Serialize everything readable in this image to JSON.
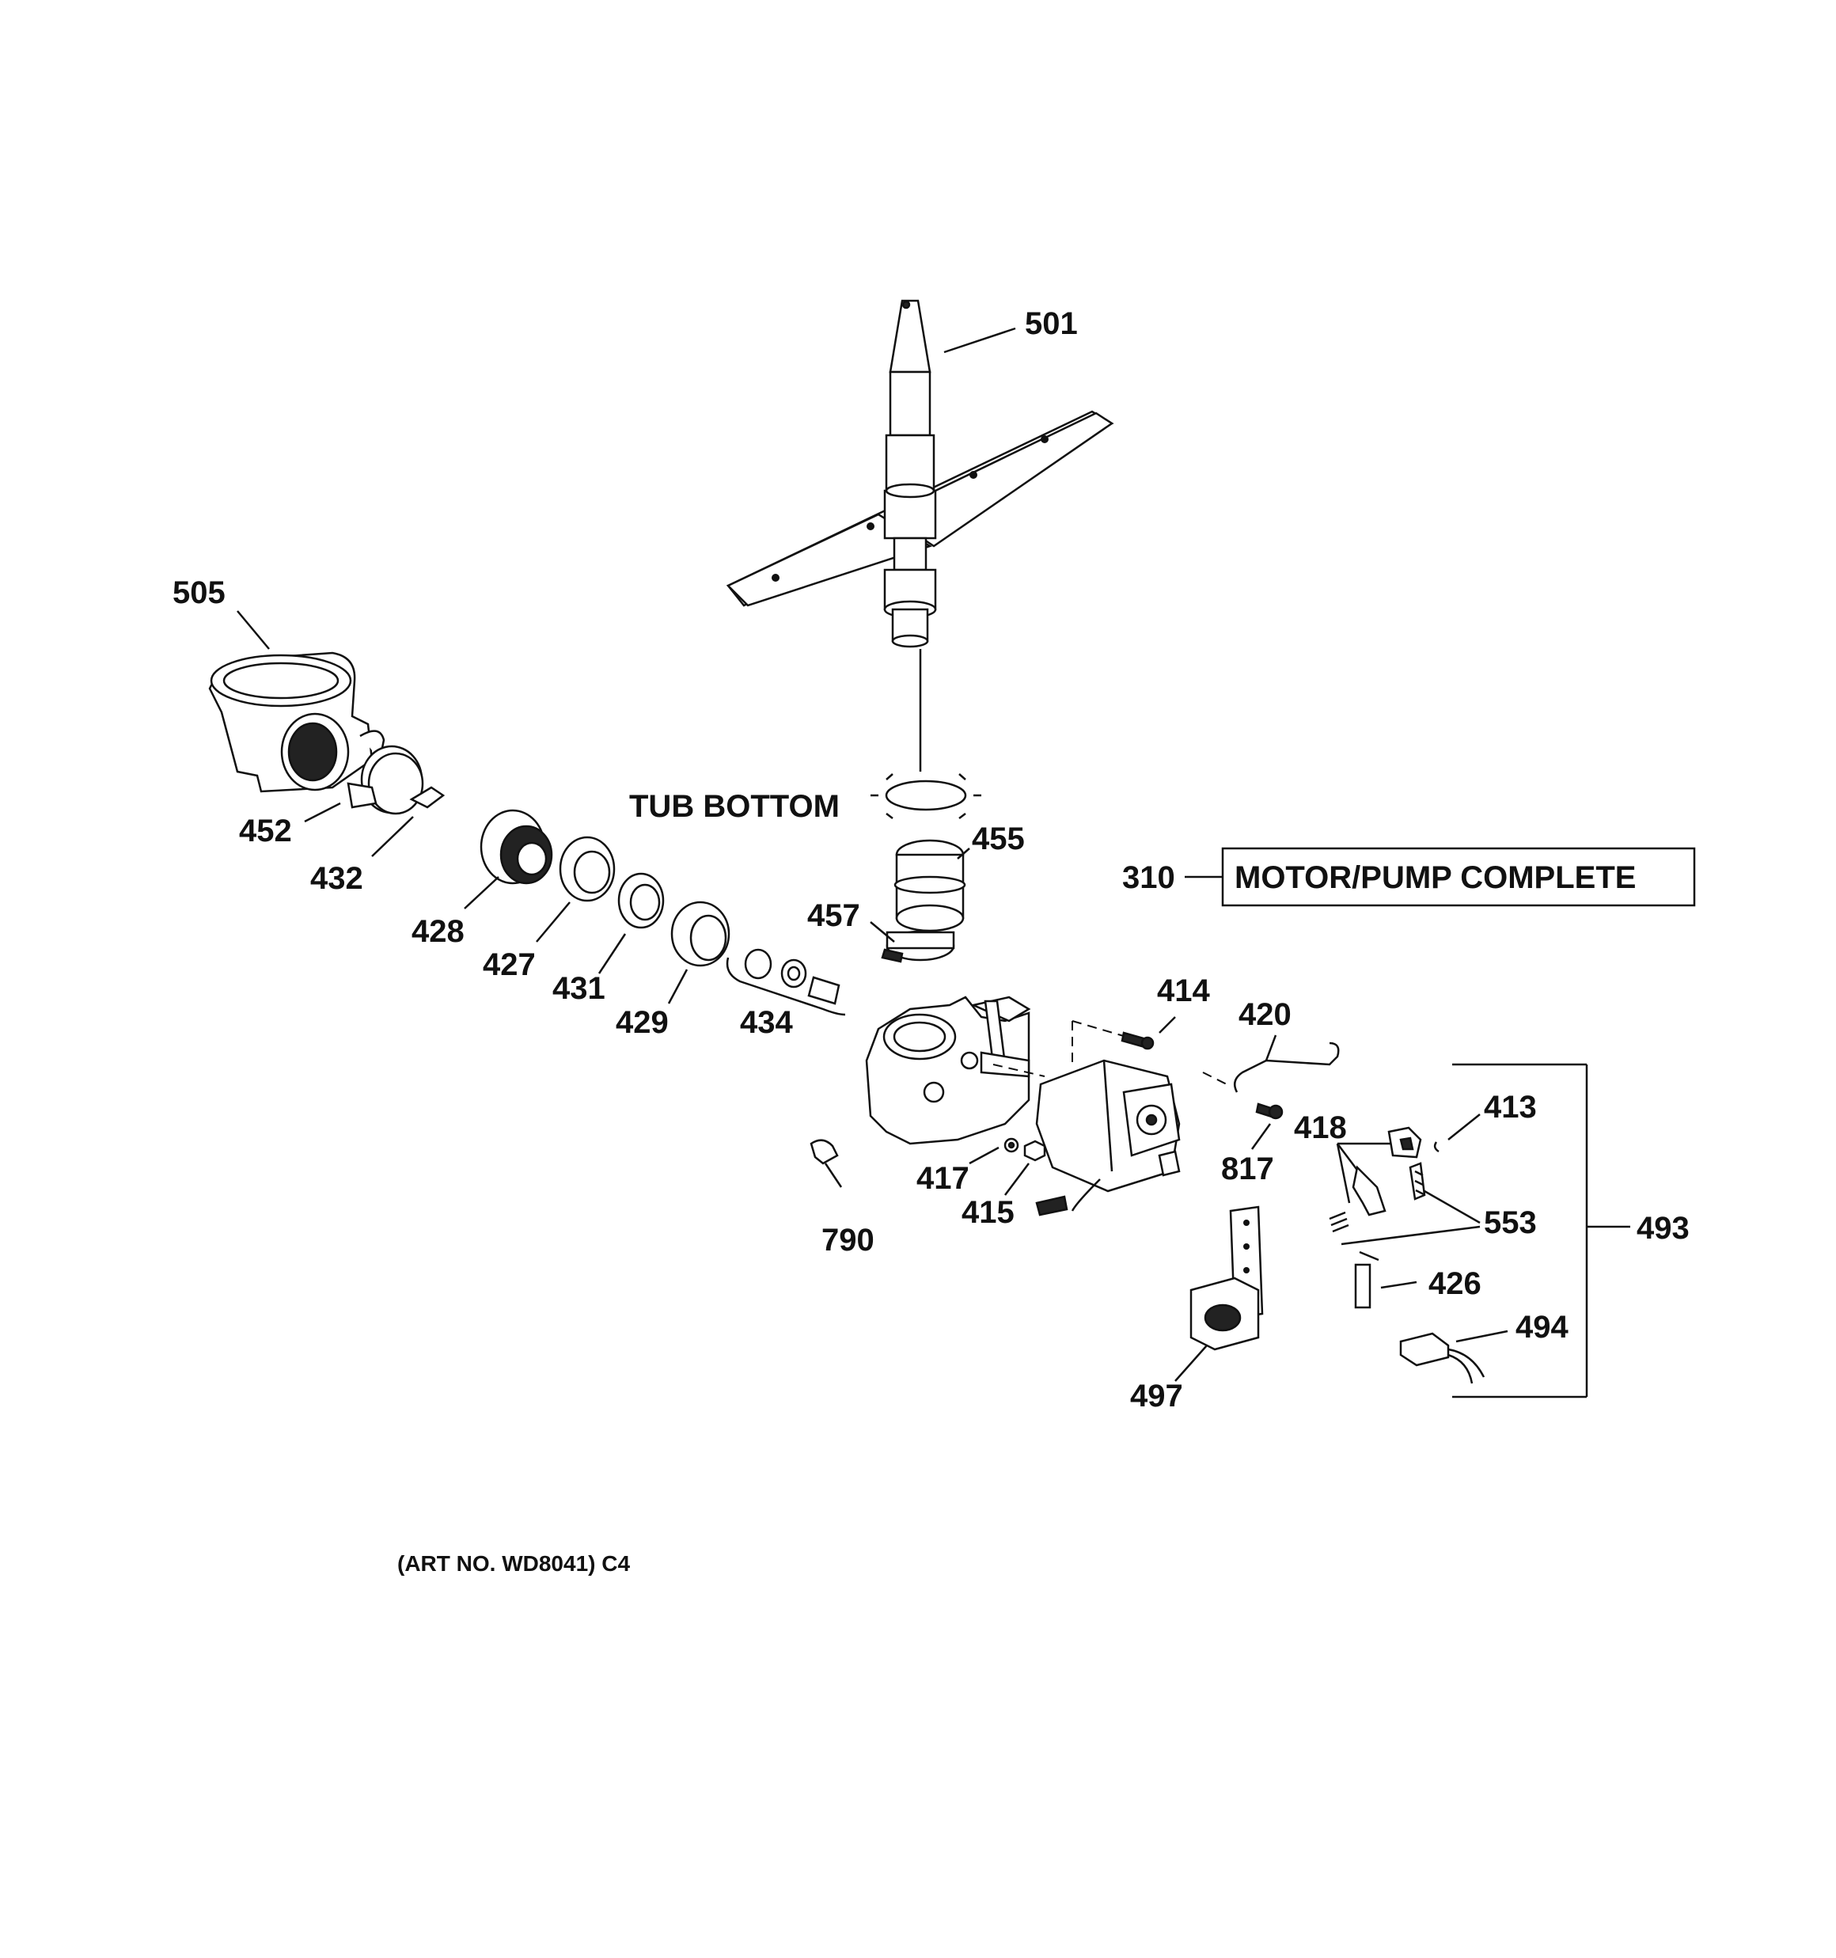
{
  "tub_bottom": "TUB BOTTOM",
  "motor_pump": {
    "number": "310",
    "text": "MOTOR/PUMP COMPLETE"
  },
  "art_no": "(ART NO. WD8041) C4",
  "parts": {
    "p501": "501",
    "p505": "505",
    "p452": "452",
    "p432": "432",
    "p428": "428",
    "p427": "427",
    "p431": "431",
    "p429": "429",
    "p434": "434",
    "p455": "455",
    "p457": "457",
    "p414": "414",
    "p420": "420",
    "p413": "413",
    "p418": "418",
    "p817": "817",
    "p553": "553",
    "p493": "493",
    "p426": "426",
    "p494": "494",
    "p497": "497",
    "p417": "417",
    "p415": "415",
    "p790": "790"
  }
}
